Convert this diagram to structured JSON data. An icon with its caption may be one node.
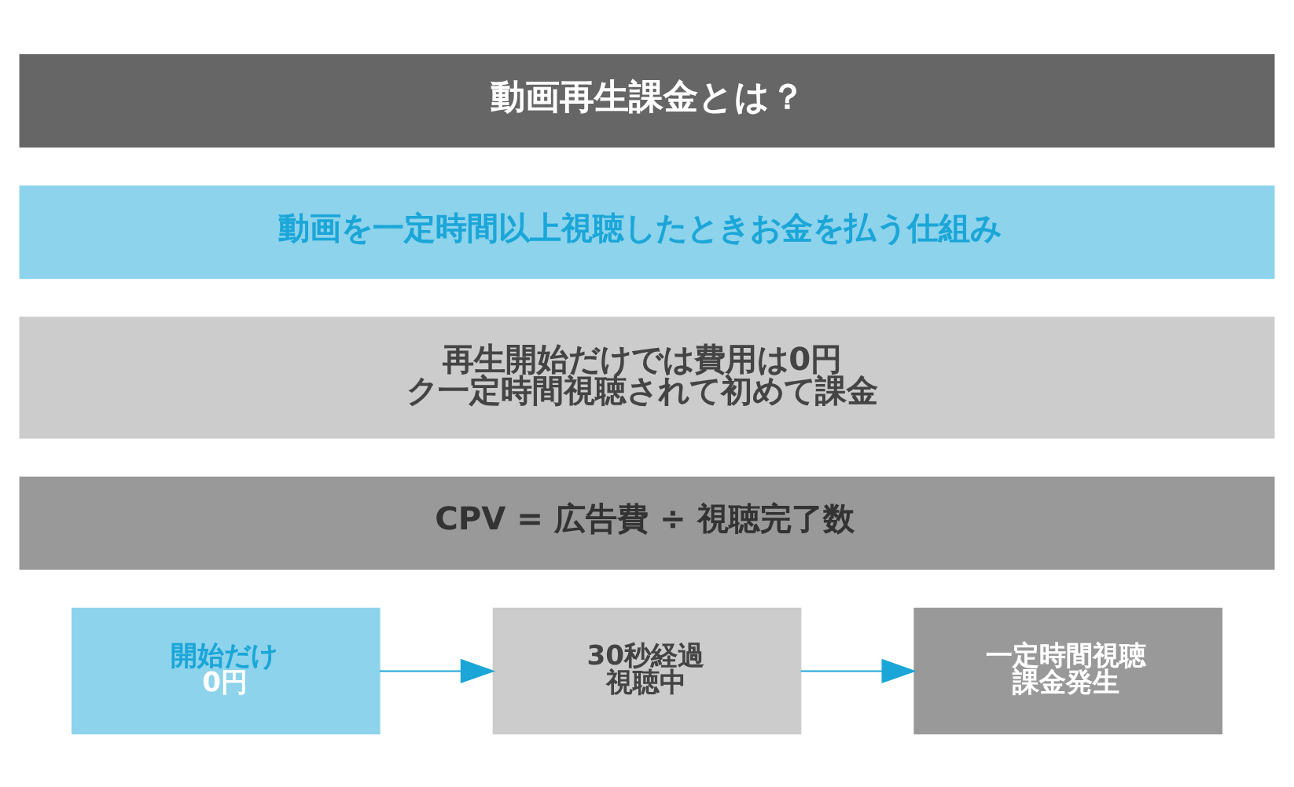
{
  "diagram": {
    "nodes": [
      {
        "text": [
          "動画再生課金とは？"
        ]
      },
      {
        "text": [
          "動画を一定時間以上視聴したときお金を払う仕組み"
        ]
      },
      {
        "text": [
          "再生開始だけでは費用は0円",
          "ク一定時間視聴されて初めて課金"
        ]
      },
      {
        "text": [
          "CPV = 広告費 ÷ 視聴完了数"
        ]
      },
      {
        "text": [
          "開始だけ",
          "0円"
        ]
      },
      {
        "text": [
          "30秒経過",
          "視聴中"
        ]
      },
      {
        "text": [
          "一定時間視聴",
          "課金発生"
        ]
      }
    ],
    "edges": [
      {
        "from": 4,
        "to": 5,
        "arrow": "to",
        "color": "#1ba6d8"
      },
      {
        "from": 5,
        "to": 6,
        "arrow": "to",
        "color": "#1ba6d8"
      }
    ]
  }
}
